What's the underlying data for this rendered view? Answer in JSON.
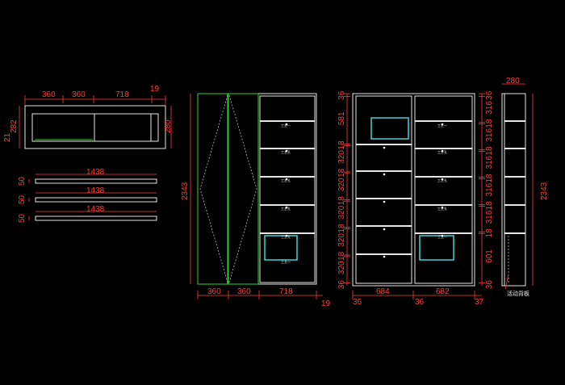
{
  "top_view": {
    "dims_top": [
      "360",
      "360",
      "718",
      "19"
    ],
    "dims_left": [
      "21",
      "282"
    ],
    "dims_right": [
      "280"
    ]
  },
  "boards": [
    {
      "thickness": "50",
      "length": "1438"
    },
    {
      "thickness": "50",
      "length": "1438"
    },
    {
      "thickness": "50",
      "length": "1438"
    }
  ],
  "front_view": {
    "height": "2343",
    "dims_bottom": [
      "360",
      "360",
      "718",
      "19"
    ],
    "labels": [
      "工艺一",
      "工艺孔",
      "工艺孔",
      "工艺孔",
      "工艺孔",
      "工艺一"
    ]
  },
  "interior_view": {
    "dims_left": [
      "36",
      "581",
      "18",
      "320",
      "18",
      "320",
      "18",
      "320",
      "18",
      "320",
      "18",
      "320",
      "36"
    ],
    "dims_right": [
      "36",
      "316",
      "18",
      "316",
      "18",
      "316",
      "18",
      "316",
      "18",
      "316",
      "18",
      "601",
      "36"
    ],
    "dims_bottom": [
      "36",
      "684",
      "36",
      "682",
      "37"
    ],
    "labels_right": [
      "工艺一",
      "工艺孔",
      "工艺孔",
      "工艺孔",
      "工艺一"
    ]
  },
  "side_view": {
    "width": "280",
    "height": "2343",
    "caption": "活动背板"
  },
  "colors": {
    "background": "#000000",
    "dimension": "#ff3b3b",
    "outline": "#e6e6e6",
    "door": "#2fd32f",
    "glass": "#3fd6d6"
  }
}
